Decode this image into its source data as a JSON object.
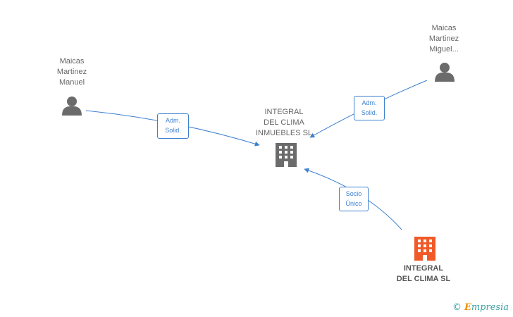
{
  "nodes": {
    "person_manuel": {
      "name": "Maicas\nMartinez\nManuel"
    },
    "person_miguel": {
      "name": "Maicas\nMartinez\nMiguel..."
    },
    "company_inmuebles": {
      "name": "INTEGRAL\nDEL CLIMA\nINMUEBLES SL"
    },
    "company_clima": {
      "name": "INTEGRAL\nDEL CLIMA SL"
    }
  },
  "edges": {
    "manuel_to_inmuebles": "Adm.\nSolid.",
    "miguel_to_inmuebles": "Adm.\nSolid.",
    "clima_to_inmuebles": "Socio\nÚnico"
  },
  "colors": {
    "person_icon": "#6b6b6b",
    "company_icon": "#6b6b6b",
    "highlight_company_icon": "#f05a28",
    "edge": "#3d80d0"
  },
  "footer": {
    "copyright_symbol": "©",
    "brand_initial": "E",
    "brand_rest": "mpresia"
  }
}
